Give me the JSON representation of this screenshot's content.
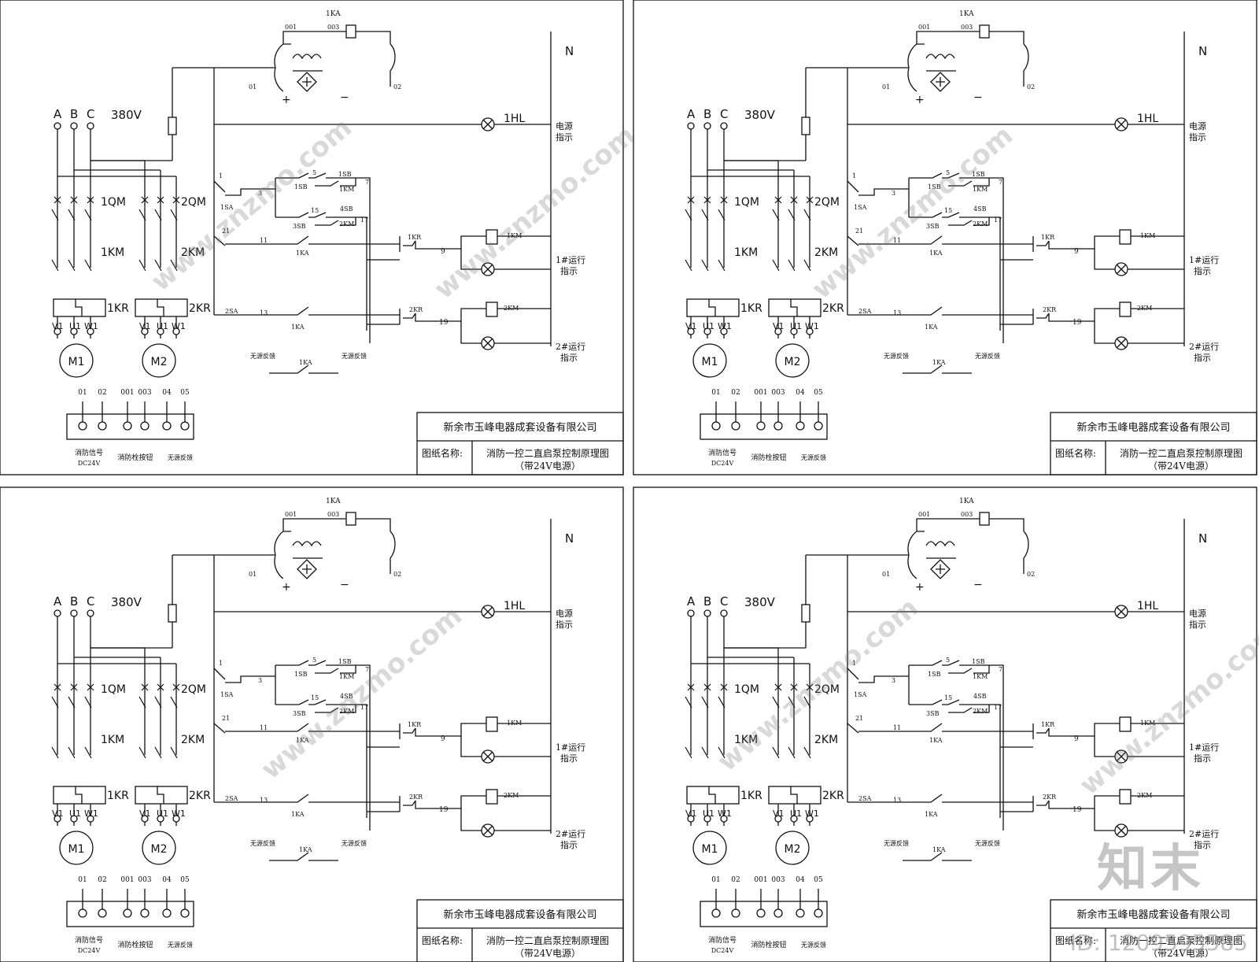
{
  "phases": [
    "A",
    "B",
    "C"
  ],
  "voltage": "380V",
  "breakers": [
    "1QM",
    "2QM"
  ],
  "contactors": [
    "1KM",
    "2KM"
  ],
  "overloads": [
    "1KR",
    "2KR"
  ],
  "terminals_uvw": [
    "V1",
    "U1",
    "W1"
  ],
  "motors": [
    "M1",
    "M2"
  ],
  "neutral": "N",
  "relay": "1KA",
  "relay_nodes": [
    "001",
    "003",
    "01",
    "02"
  ],
  "plus": "+",
  "minus": "−",
  "lamp": "1HL",
  "power_indicator": [
    "电源",
    "指示"
  ],
  "run1_indicator": [
    "1#运行",
    "指示"
  ],
  "run2_indicator": [
    "2#运行",
    "指示"
  ],
  "switches": [
    "1SA",
    "2SA"
  ],
  "buttons": [
    "1SB",
    "3SB",
    "4SB"
  ],
  "coil_labels": [
    "1KM",
    "2KM"
  ],
  "nodes": [
    "1",
    "3",
    "5",
    "7",
    "15",
    "17",
    "21",
    "11",
    "13",
    "9",
    "19"
  ],
  "feedback_label": "无源反馈",
  "terminal_numbers": [
    "01",
    "02",
    "001",
    "003",
    "04",
    "05"
  ],
  "terminal_captions": {
    "fire_signal": "消防信号",
    "dc": "DC24V",
    "hydrant": "消防栓按钮",
    "feedback": "无源反馈"
  },
  "title_block": {
    "company": "新余市玉峰电器成套设备有限公司",
    "drawing_label": "图纸名称:",
    "drawing_name": "消防一控二直启泵控制原理图",
    "drawing_sub": "（带24V电源）"
  },
  "watermark": {
    "site": "www.znzmo.com",
    "brand": "知末",
    "id": "ID: 1209595585"
  }
}
